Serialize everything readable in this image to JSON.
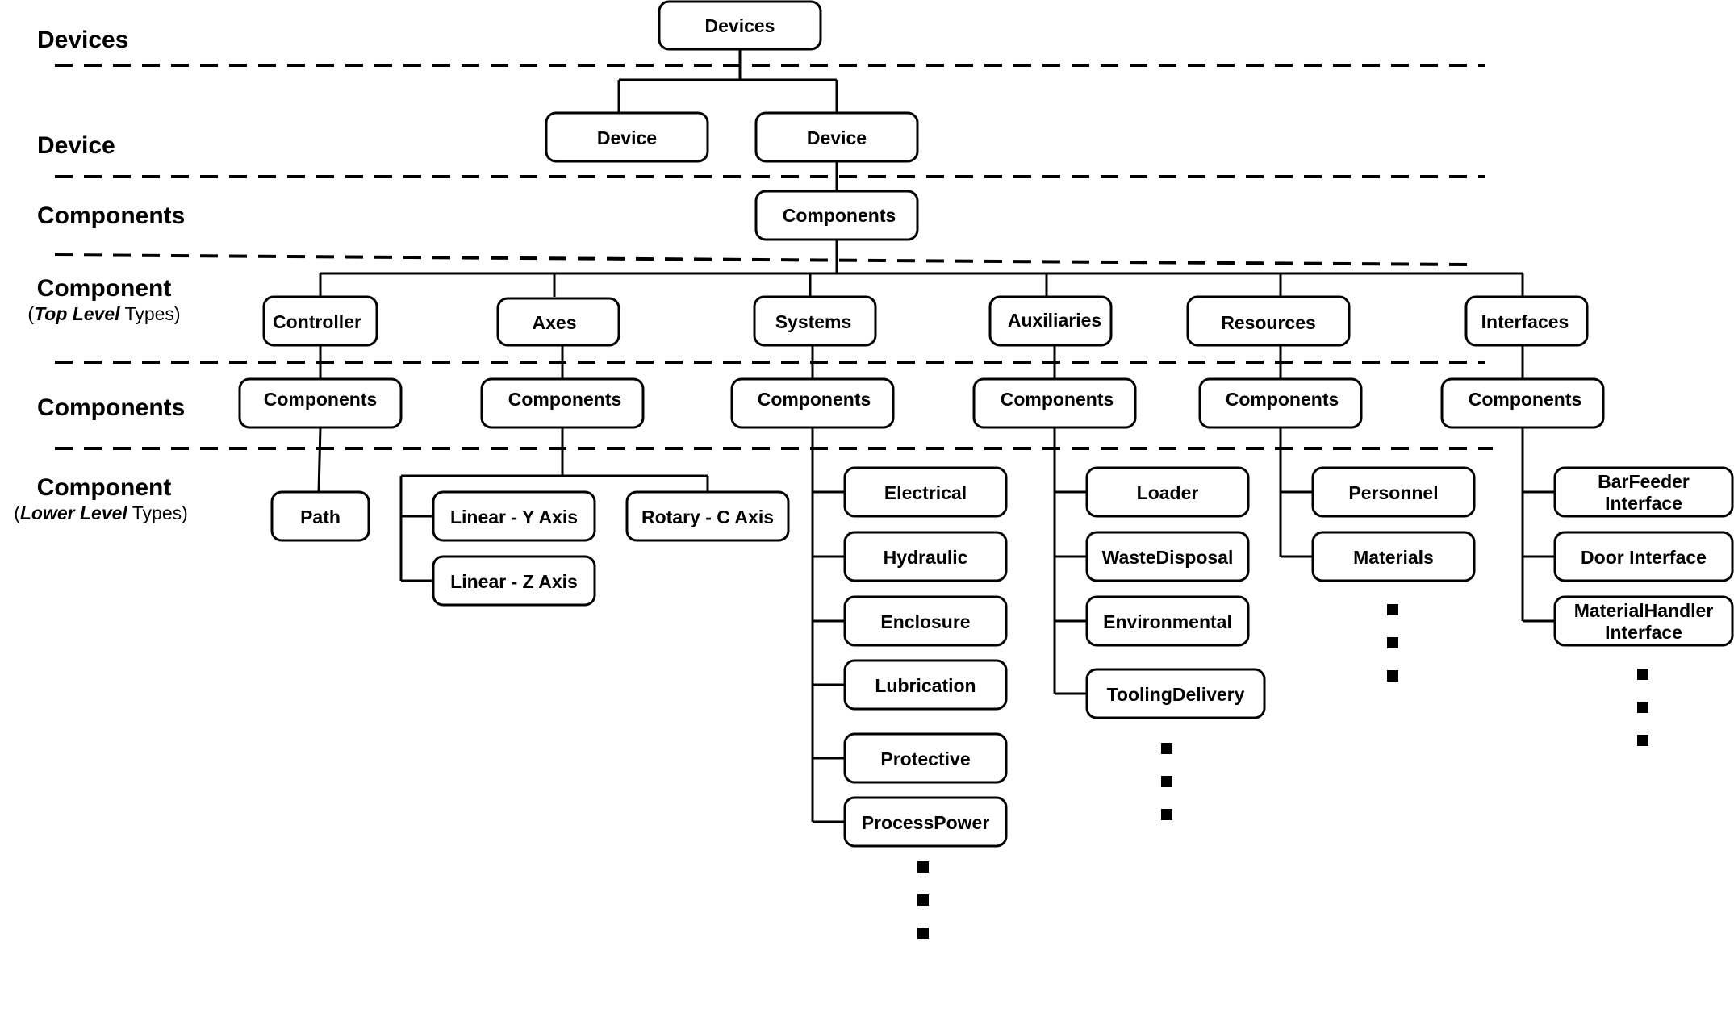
{
  "tier_labels": {
    "devices": "Devices",
    "device": "Device",
    "components_1": "Components",
    "component_top": "Component",
    "component_top_sub": {
      "open": "(",
      "italic": "Top Level",
      "rest": " Types)"
    },
    "components_2": "Components",
    "component_lower": "Component",
    "component_lower_sub": {
      "open": "(",
      "italic": "Lower Level",
      "rest": " Types)"
    }
  },
  "nodes": {
    "devices": "Devices",
    "device_1": "Device",
    "device_2": "Device",
    "components_root": "Components",
    "top_level": {
      "controller": "Controller",
      "axes": "Axes",
      "systems": "Systems",
      "auxiliaries": "Auxiliaries",
      "resources": "Resources",
      "interfaces": "Interfaces"
    },
    "components_sub": {
      "controller": "Components",
      "axes": "Components",
      "systems": "Components",
      "auxiliaries": "Components",
      "resources": "Components",
      "interfaces": "Components"
    },
    "controller_children": [
      "Path"
    ],
    "axes_children": [
      "Linear - Y Axis",
      "Linear - Z Axis",
      "Rotary - C Axis"
    ],
    "systems_children": [
      "Electrical",
      "Hydraulic",
      "Enclosure",
      "Lubrication",
      "Protective",
      "ProcessPower"
    ],
    "auxiliaries_children": [
      "Loader",
      "WasteDisposal",
      "Environmental",
      "ToolingDelivery"
    ],
    "resources_children": [
      "Personnel",
      "Materials"
    ],
    "interfaces_children": [
      [
        "BarFeeder",
        "Interface"
      ],
      [
        "Door Interface"
      ],
      [
        "MaterialHandler",
        "Interface"
      ]
    ]
  }
}
